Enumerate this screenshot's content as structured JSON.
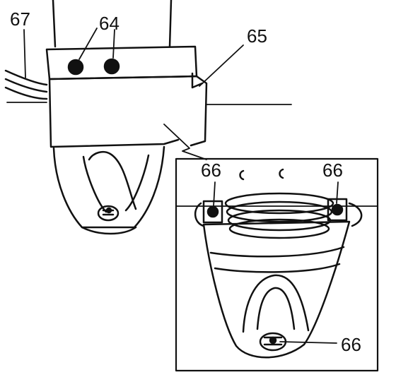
{
  "labels": {
    "cord": "67",
    "screws_top": "64",
    "cover": "65",
    "detail_screw_left": "66",
    "detail_screw_right": "66",
    "detail_screw_bottom": "66"
  },
  "colors": {
    "ink": "#111111",
    "paper": "#ffffff"
  }
}
